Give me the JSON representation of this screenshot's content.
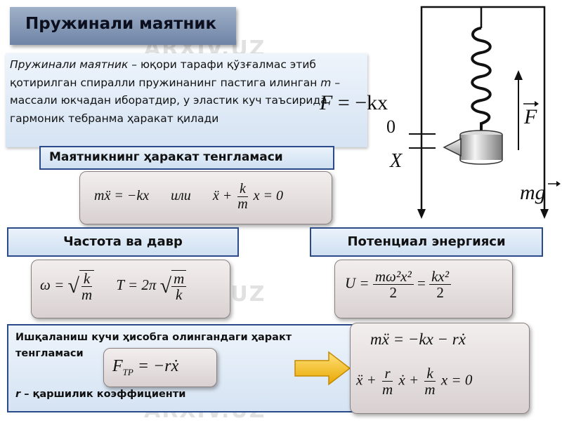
{
  "title": "Пружинали маятник",
  "intro": {
    "term": "Пружинали маятник",
    "text": " – юқори тарафи қўзғалмас этиб қотирилган  спиралли пружинанинг пастига илинган ",
    "m": "m",
    "text2": " – массали юкчадан иборатдир, у эластик куч таъсирида гармоник тебранма ҳаракат қилади"
  },
  "hooke": {
    "lhs": "F",
    "rhs": "= −kx"
  },
  "eq_header": "Маятникнинг ҳаракат тенгламаси",
  "eq_main": {
    "left": "mẍ = −kx",
    "or": "или",
    "part1": "ẍ +",
    "num": "k",
    "den": "m",
    "part2": "x = 0"
  },
  "freq_header": "Частота ва давр",
  "freq": {
    "omega": "ω =",
    "k": "k",
    "m": "m",
    "T": "T = 2π",
    "tm": "m",
    "tk": "k"
  },
  "pot_header": "Потенциал энергияси",
  "pot": {
    "U": "U =",
    "num1": "mω²x²",
    "den1": "2",
    "eq": "=",
    "num2": "kx²",
    "den2": "2"
  },
  "friction": {
    "line1": "Ишқаланиш кучи ҳисобга олингандаги ҳаракт тенгламаси",
    "F": "F",
    "sub": "ТР",
    "rhs": "= −rẋ",
    "r": "r",
    "rtext": " – қаршилик коэффициенти"
  },
  "damped": {
    "line1": "mẍ = −kx − rẋ",
    "p1": "ẍ +",
    "n1": "r",
    "d1": "m",
    "p2": "ẋ +",
    "n2": "k",
    "d2": "m",
    "p3": "x = 0"
  },
  "diagram": {
    "zero": "0",
    "X": "X",
    "F": "F",
    "mg": "mg"
  },
  "watermark": "ARXIV.UZ"
}
